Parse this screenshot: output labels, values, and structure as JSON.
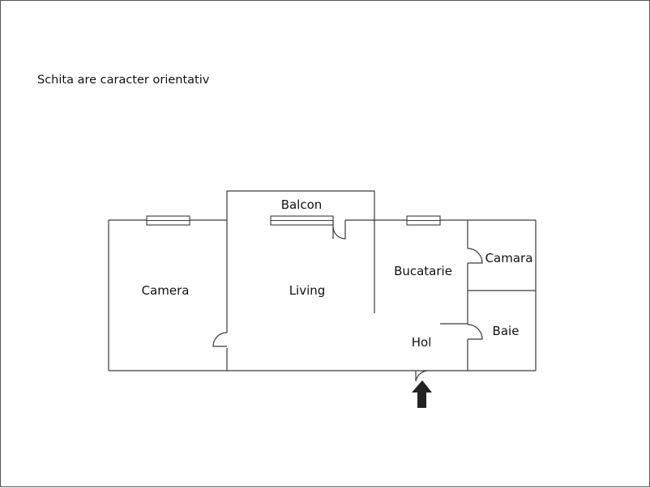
{
  "note": "Schita are caracter orientativ",
  "rooms": {
    "balcon": "Balcon",
    "camera": "Camera",
    "living": "Living",
    "bucatarie": "Bucatarie",
    "camara": "Camara",
    "baie": "Baie",
    "hol": "Hol"
  },
  "colors": {
    "wall": "#3a3a3a",
    "text": "#111111",
    "arrow": "#222222"
  },
  "icons": {
    "entrance": "arrow-up-icon"
  }
}
